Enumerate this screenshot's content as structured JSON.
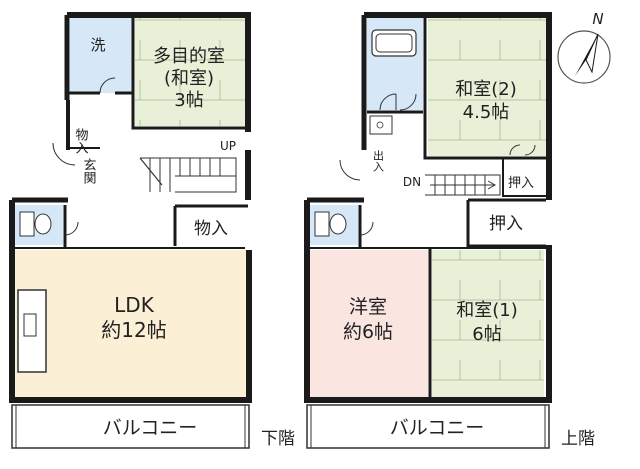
{
  "lower_floor": {
    "label": "下階",
    "rooms": {
      "wash": "洗",
      "multi_line1": "多目的室",
      "multi_line2": "(和室)",
      "multi_line3": "3帖",
      "storage_small": "物入",
      "genkan": "玄関",
      "up": "UP",
      "storage": "物入",
      "ldk_line1": "LDK",
      "ldk_line2": "約12帖",
      "balcony": "バルコニー"
    }
  },
  "upper_floor": {
    "label": "上階",
    "rooms": {
      "japanese2_line1": "和室(2)",
      "japanese2_line2": "4.5帖",
      "closet_small": "押入",
      "deiri": "出入",
      "dn": "DN",
      "closet": "押入",
      "western_line1": "洋室",
      "western_line2": "約6帖",
      "japanese1_line1": "和室(1)",
      "japanese1_line2": "6帖",
      "balcony": "バルコニー"
    }
  },
  "compass": {
    "label": "N",
    "icon": "compass-north-icon"
  },
  "colors": {
    "wet": "#d6e8f7",
    "tatami": "#e8f0d8",
    "ldk": "#fbefd6",
    "western": "#fbe5e1",
    "wall": "#1a1a1a"
  }
}
